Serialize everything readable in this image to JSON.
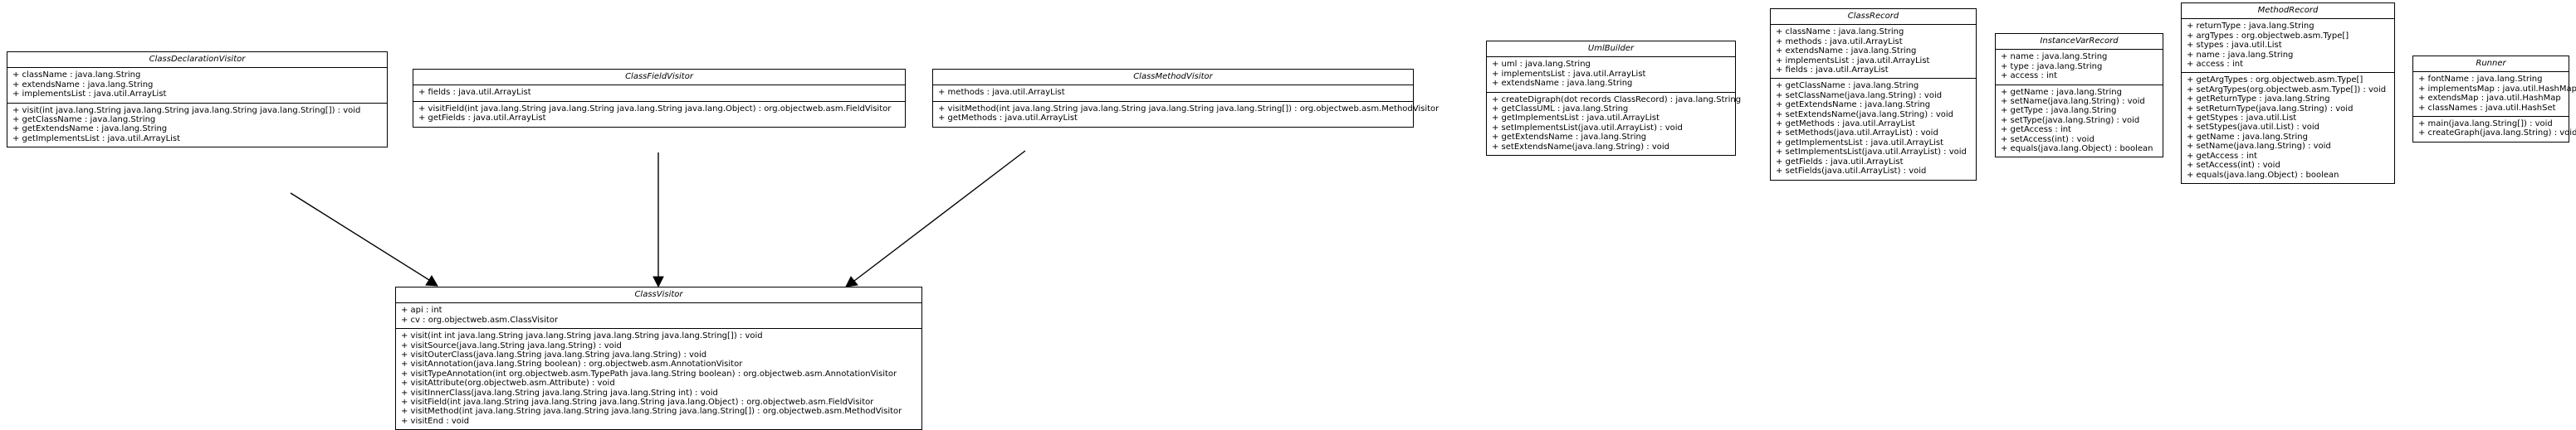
{
  "classes": {
    "class_declaration_visitor": {
      "name": "ClassDeclarationVisitor",
      "fields": [
        "+ className : java.lang.String",
        "+ extendsName : java.lang.String",
        "+ implementsList : java.util.ArrayList"
      ],
      "methods": [
        "+ visit(int java.lang.String java.lang.String java.lang.String java.lang.String[]) : void",
        "+ getClassName : java.lang.String",
        "+ getExtendsName : java.lang.String",
        "+ getImplementsList : java.util.ArrayList"
      ]
    },
    "class_field_visitor": {
      "name": "ClassFieldVisitor",
      "fields": [
        "+ fields : java.util.ArrayList"
      ],
      "methods": [
        "+ visitField(int java.lang.String java.lang.String java.lang.String java.lang.Object) : org.objectweb.asm.FieldVisitor",
        "+ getFields : java.util.ArrayList"
      ]
    },
    "class_method_visitor": {
      "name": "ClassMethodVisitor",
      "fields": [
        "+ methods : java.util.ArrayList"
      ],
      "methods": [
        "+ visitMethod(int java.lang.String java.lang.String java.lang.String java.lang.String[]) : org.objectweb.asm.MethodVisitor",
        "+ getMethods : java.util.ArrayList"
      ]
    },
    "uml_builder": {
      "name": "UmlBuilder",
      "fields": [
        "+ uml : java.lang.String",
        "+ implementsList : java.util.ArrayList",
        "+ extendsName : java.lang.String"
      ],
      "methods": [
        "+ createDigraph(dot records ClassRecord) : java.lang.String",
        "+ getClassUML : java.lang.String",
        "+ getImplementsList : java.util.ArrayList",
        "+ setImplementsList(java.util.ArrayList) : void",
        "+ getExtendsName : java.lang.String",
        "+ setExtendsName(java.lang.String) : void"
      ]
    },
    "class_record": {
      "name": "ClassRecord",
      "fields": [
        "+ className : java.lang.String",
        "+ methods : java.util.ArrayList",
        "+ extendsName : java.lang.String",
        "+ implementsList : java.util.ArrayList",
        "+ fields : java.util.ArrayList"
      ],
      "methods": [
        "+ getClassName : java.lang.String",
        "+ setClassName(java.lang.String) : void",
        "+ getExtendsName : java.lang.String",
        "+ setExtendsName(java.lang.String) : void",
        "+ getMethods : java.util.ArrayList",
        "+ setMethods(java.util.ArrayList) : void",
        "+ getImplementsList : java.util.ArrayList",
        "+ setImplementsList(java.util.ArrayList) : void",
        "+ getFields : java.util.ArrayList",
        "+ setFields(java.util.ArrayList) : void"
      ]
    },
    "instance_var_record": {
      "name": "InstanceVarRecord",
      "fields": [
        "+ name : java.lang.String",
        "+ type : java.lang.String",
        "+ access : int"
      ],
      "methods": [
        "+ getName : java.lang.String",
        "+ setName(java.lang.String) : void",
        "+ getType : java.lang.String",
        "+ setType(java.lang.String) : void",
        "+ getAccess : int",
        "+ setAccess(int) : void",
        "+ equals(java.lang.Object) : boolean"
      ]
    },
    "method_record": {
      "name": "MethodRecord",
      "fields": [
        "+ returnType : java.lang.String",
        "+ argTypes : org.objectweb.asm.Type[]",
        "+ stypes : java.util.List",
        "+ name : java.lang.String",
        "+ access : int"
      ],
      "methods": [
        "+ getArgTypes : org.objectweb.asm.Type[]",
        "+ setArgTypes(org.objectweb.asm.Type[]) : void",
        "+ getReturnType : java.lang.String",
        "+ setReturnType(java.lang.String) : void",
        "+ getStypes : java.util.List",
        "+ setStypes(java.util.List) : void",
        "+ getName : java.lang.String",
        "+ setName(java.lang.String) : void",
        "+ getAccess : int",
        "+ setAccess(int) : void",
        "+ equals(java.lang.Object) : boolean"
      ]
    },
    "runner": {
      "name": "Runner",
      "fields": [
        "+ fontName : java.lang.String",
        "+ implementsMap : java.util.HashMap",
        "+ extendsMap : java.util.HashMap",
        "+ classNames : java.util.HashSet"
      ],
      "methods": [
        "+ main(java.lang.String[]) : void",
        "+ createGraph(java.lang.String) : void"
      ]
    },
    "class_visitor": {
      "name": "ClassVisitor",
      "fields": [
        "+ api : int",
        "+ cv : org.objectweb.asm.ClassVisitor"
      ],
      "methods": [
        "+ visit(int int java.lang.String java.lang.String java.lang.String java.lang.String[]) : void",
        "+ visitSource(java.lang.String java.lang.String) : void",
        "+ visitOuterClass(java.lang.String java.lang.String java.lang.String) : void",
        "+ visitAnnotation(java.lang.String boolean) : org.objectweb.asm.AnnotationVisitor",
        "+ visitTypeAnnotation(int org.objectweb.asm.TypePath java.lang.String boolean) : org.objectweb.asm.AnnotationVisitor",
        "+ visitAttribute(org.objectweb.asm.Attribute) : void",
        "+ visitInnerClass(java.lang.String java.lang.String java.lang.String int) : void",
        "+ visitField(int java.lang.String java.lang.String java.lang.String java.lang.Object) : org.objectweb.asm.FieldVisitor",
        "+ visitMethod(int java.lang.String java.lang.String java.lang.String java.lang.String[]) : org.objectweb.asm.MethodVisitor",
        "+ visitEnd : void"
      ]
    }
  }
}
